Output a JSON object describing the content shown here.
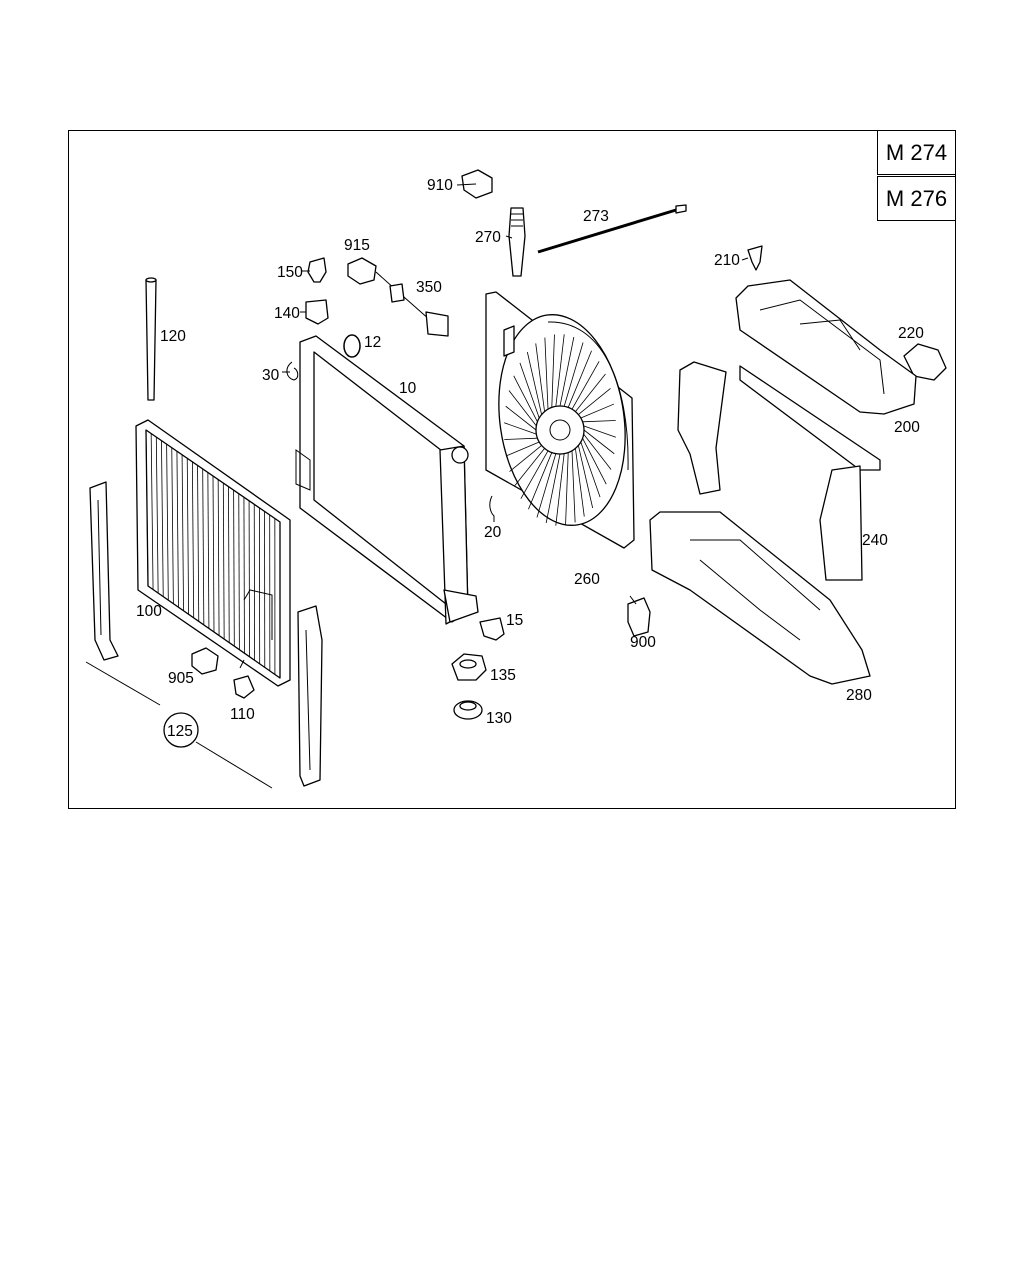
{
  "models": [
    "M 274",
    "M 276"
  ],
  "parts": [
    {
      "id": "910",
      "label": "910"
    },
    {
      "id": "273",
      "label": "273"
    },
    {
      "id": "270",
      "label": "270"
    },
    {
      "id": "915",
      "label": "915"
    },
    {
      "id": "150",
      "label": "150"
    },
    {
      "id": "350",
      "label": "350"
    },
    {
      "id": "210",
      "label": "210"
    },
    {
      "id": "140",
      "label": "140"
    },
    {
      "id": "120",
      "label": "120"
    },
    {
      "id": "12",
      "label": "12"
    },
    {
      "id": "220",
      "label": "220"
    },
    {
      "id": "30",
      "label": "30"
    },
    {
      "id": "10",
      "label": "10"
    },
    {
      "id": "200",
      "label": "200"
    },
    {
      "id": "20",
      "label": "20"
    },
    {
      "id": "240",
      "label": "240"
    },
    {
      "id": "260",
      "label": "260"
    },
    {
      "id": "100",
      "label": "100"
    },
    {
      "id": "15",
      "label": "15"
    },
    {
      "id": "900",
      "label": "900"
    },
    {
      "id": "905",
      "label": "905"
    },
    {
      "id": "135",
      "label": "135"
    },
    {
      "id": "280",
      "label": "280"
    },
    {
      "id": "110",
      "label": "110"
    },
    {
      "id": "130",
      "label": "130"
    },
    {
      "id": "125",
      "label": "125"
    }
  ]
}
